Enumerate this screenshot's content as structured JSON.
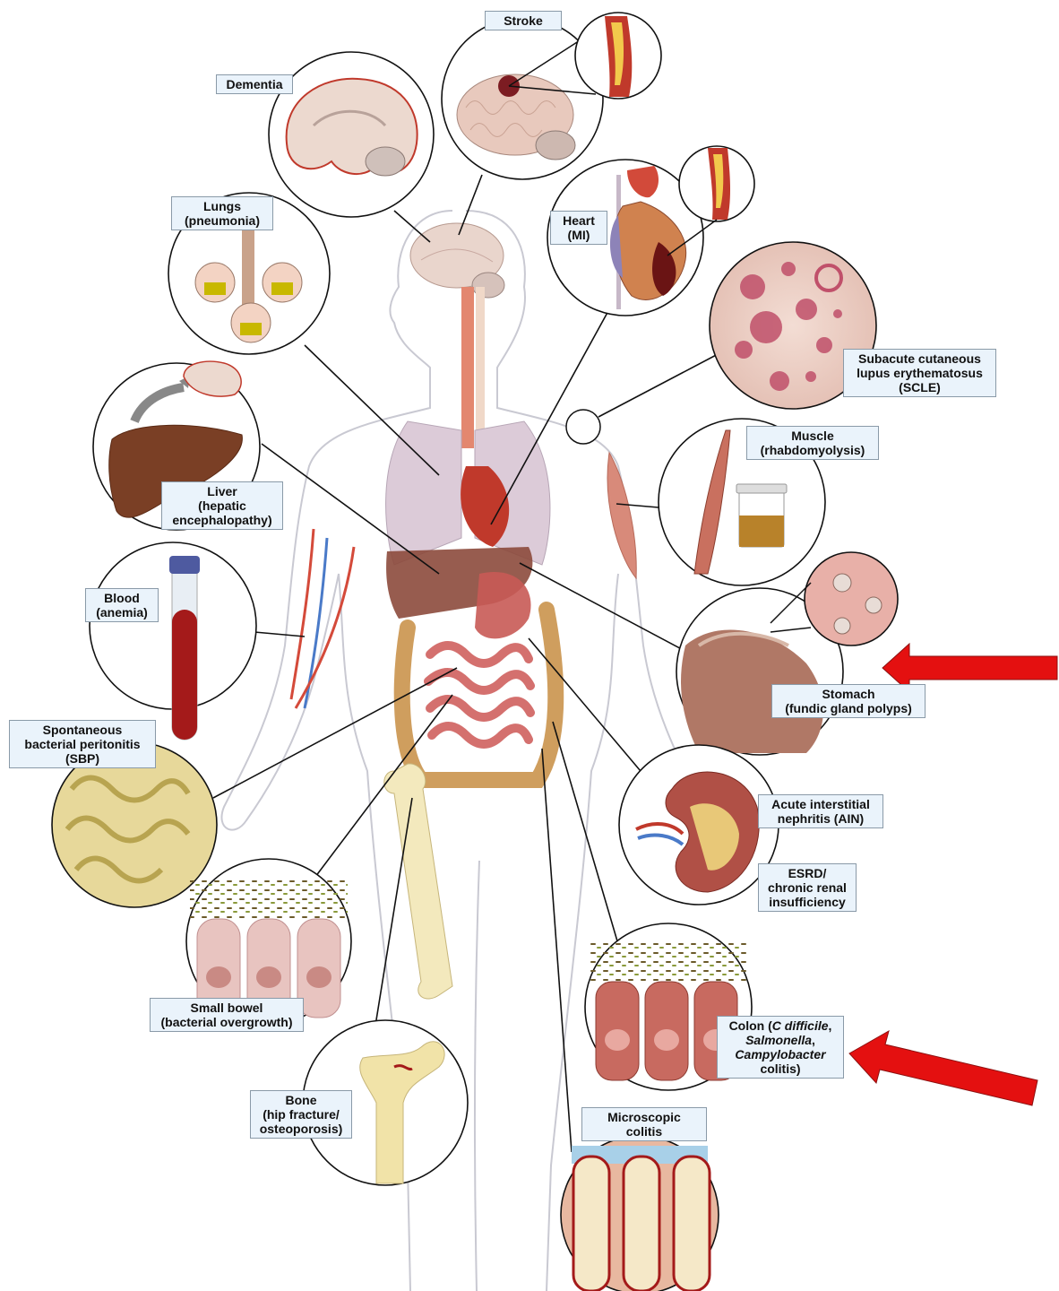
{
  "labels": {
    "stroke": [
      "Stroke"
    ],
    "dementia": [
      "Dementia"
    ],
    "lungs": [
      "Lungs",
      "(pneumonia)"
    ],
    "heart": [
      "Heart",
      "(MI)"
    ],
    "scle": [
      "Subacute cutaneous",
      "lupus erythematosus",
      "(SCLE)"
    ],
    "muscle": [
      "Muscle",
      "(rhabdomyolysis)"
    ],
    "liver": [
      "Liver",
      "(hepatic",
      "encephalopathy)"
    ],
    "blood": [
      "Blood",
      "(anemia)"
    ],
    "stomach": [
      "Stomach",
      "(fundic gland polyps)"
    ],
    "sbp": [
      "Spontaneous",
      "bacterial peritonitis",
      "(SBP)"
    ],
    "ain": [
      "Acute interstitial",
      "nephritis (AIN)"
    ],
    "esrd": [
      "ESRD/",
      "chronic renal",
      "insufficiency"
    ],
    "small_bowel": [
      "Small bowel",
      "(bacterial overgrowth)"
    ],
    "colon": {
      "line1_prefix": "Colon (",
      "line1_italic": "C difficile",
      "line1_suffix": ",",
      "line2_italic": "Salmonella",
      "line2_suffix": ",",
      "line3_italic": "Campylobacter",
      "line4": "colitis)"
    },
    "bone": [
      "Bone",
      "(hip fracture/",
      "osteoporosis)"
    ],
    "microscopic_colitis": [
      "Microscopic",
      "colitis"
    ]
  },
  "colors": {
    "label_bg": "#eaf3fb",
    "arrow": "#e41010",
    "leader_line": "#111111",
    "body_outline": "#c9c9d2"
  },
  "highlight_arrows": [
    "stomach",
    "colon"
  ]
}
